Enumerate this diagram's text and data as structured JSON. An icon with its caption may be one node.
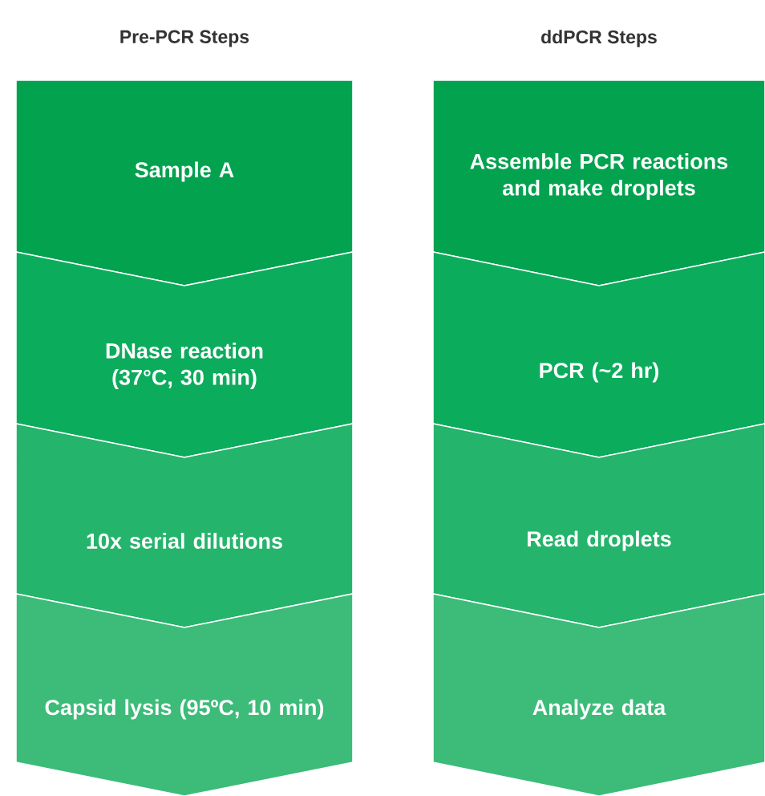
{
  "diagram": {
    "nodes": [
      {
        "text": [
          "Sample A"
        ]
      },
      {
        "text": [
          "DNase reaction (37°C, 30 min)"
        ]
      },
      {
        "text": [
          "10x serial dilutions"
        ]
      },
      {
        "text": [
          "Capsid lysis (95ºC, 10 min)"
        ]
      },
      {
        "text": [
          "Assemble PCR reactions and make droplets"
        ]
      },
      {
        "text": [
          "PCR (~2 hr)"
        ]
      },
      {
        "text": [
          "Read droplets"
        ]
      },
      {
        "text": [
          "Analyze data"
        ]
      }
    ],
    "labels": [
      "Pre-PCR Steps",
      "ddPCR Steps"
    ]
  }
}
